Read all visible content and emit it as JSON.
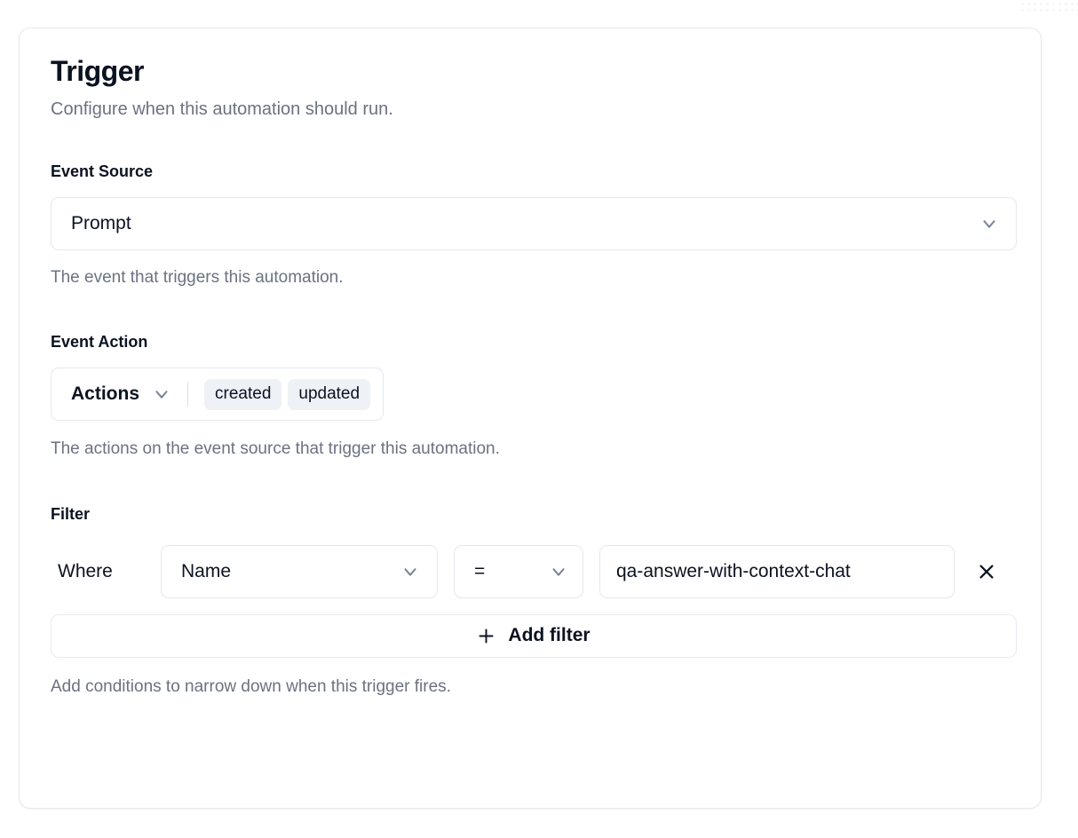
{
  "panel": {
    "title": "Trigger",
    "subtitle": "Configure when this automation should run."
  },
  "event_source": {
    "label": "Event Source",
    "selected": "Prompt",
    "help": "The event that triggers this automation.",
    "chevron_icon": "chevron-down-icon"
  },
  "event_action": {
    "label": "Event Action",
    "trigger_label": "Actions",
    "chips": [
      "created",
      "updated"
    ],
    "help": "The actions on the event source that trigger this automation.",
    "chevron_icon": "chevron-down-icon"
  },
  "filter": {
    "label": "Filter",
    "where_label": "Where",
    "field": "Name",
    "operator": "=",
    "value": "qa-answer-with-context-chat",
    "value_placeholder": "Value",
    "remove_icon": "close-icon",
    "add_filter_label": "Add filter",
    "add_filter_icon": "plus-icon",
    "help": "Add conditions to narrow down when this trigger fires."
  },
  "colors": {
    "text_primary": "#0b1220",
    "text_muted": "#6b7280",
    "border": "#e6e8ee",
    "chip_bg": "#eef1f6",
    "surface": "#ffffff"
  }
}
